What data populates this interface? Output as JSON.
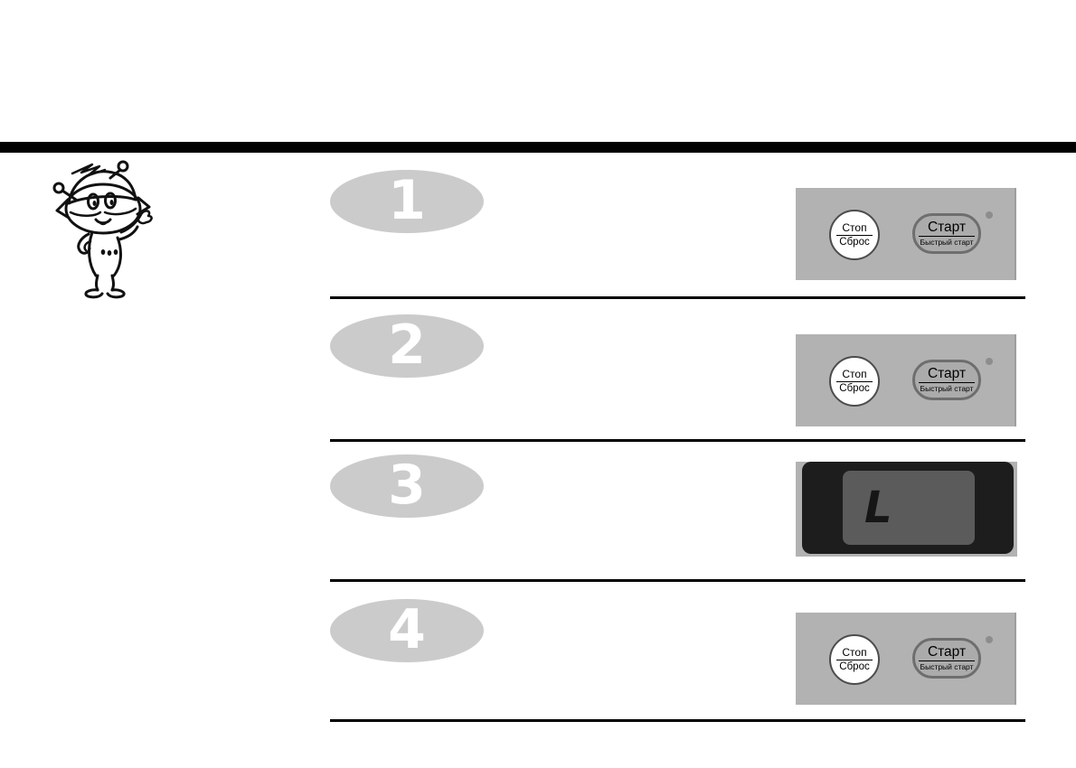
{
  "document": {
    "type": "appliance-manual-steps-page",
    "language": "ru"
  },
  "steps": [
    {
      "number": "1",
      "panel_type": "buttons"
    },
    {
      "number": "2",
      "panel_type": "buttons"
    },
    {
      "number": "3",
      "panel_type": "display"
    },
    {
      "number": "4",
      "panel_type": "buttons"
    }
  ],
  "controls": {
    "stop_button": {
      "line1": "Стоп",
      "line2": "Сброс"
    },
    "start_button": {
      "line1": "Старт",
      "line2": "Быстрый старт"
    }
  },
  "display": {
    "value": "L"
  },
  "icons": {
    "mascot": "robot-chef-mascot",
    "indicator": "start-indicator-dot"
  },
  "colors": {
    "rule_black": "#000000",
    "oval_gray": "#cbcbcb",
    "number_white": "#ffffff",
    "panel_gray": "#b2b2b2",
    "button_face": "#ababab",
    "button_border": "#6e6e6e",
    "stop_button_face": "#ffffff",
    "indicator_dot": "#8d8d8d",
    "display_bezel": "#1d1d1d",
    "display_screen": "#5b5b5b"
  }
}
